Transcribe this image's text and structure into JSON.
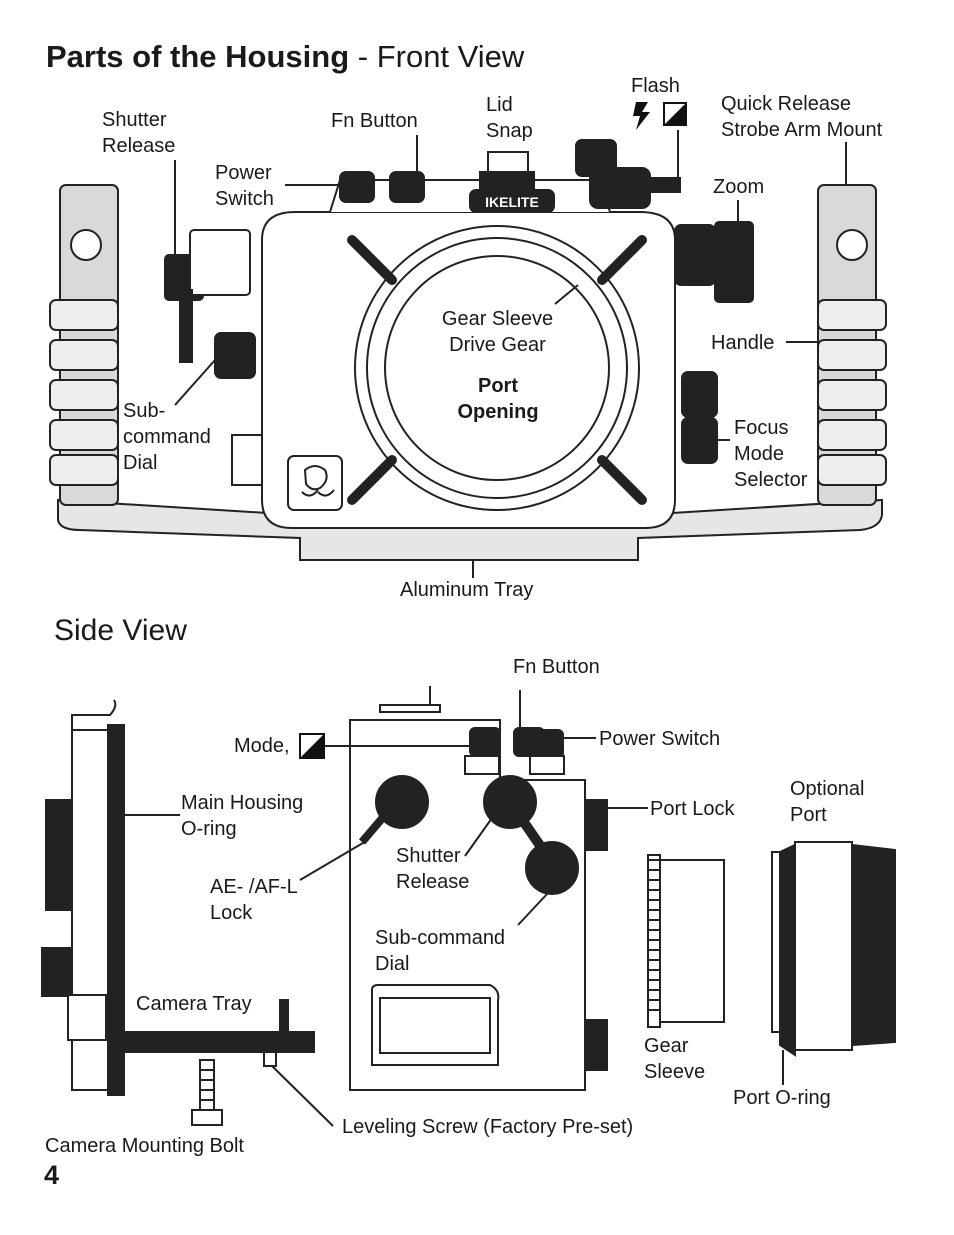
{
  "page": {
    "title_bold": "Parts of the Housing",
    "title_rest": " - Front View",
    "side_title": "Side View",
    "page_number": "4"
  },
  "front_view": {
    "shutter_release": "Shutter\nRelease",
    "fn_button": "Fn Button",
    "lid_snap": "Lid\nSnap",
    "flash": "Flash",
    "quick_release": "Quick Release\nStrobe Arm Mount",
    "power_switch": "Power\nSwitch",
    "zoom": "Zoom",
    "gear_sleeve_drive_gear": "Gear Sleeve\nDrive Gear",
    "port_opening": "Port\nOpening",
    "handle": "Handle",
    "sub_command_dial": "Sub-\ncommand\nDial",
    "focus_mode_selector": "Focus\nMode\nSelector",
    "aluminum_tray": "Aluminum Tray",
    "brand": "IKELITE"
  },
  "side_view": {
    "fn_button": "Fn Button",
    "mode": "Mode,",
    "power_switch": "Power Switch",
    "main_housing_oring": "Main Housing\nO-ring",
    "port_lock": "Port Lock",
    "optional_port": "Optional\nPort",
    "shutter_release": "Shutter\nRelease",
    "ae_af_lock": "AE- /AF-L\nLock",
    "sub_command_dial": "Sub-command\nDial",
    "camera_tray": "Camera Tray",
    "gear_sleeve": "Gear\nSleeve",
    "port_oring": "Port O-ring",
    "leveling_screw": "Leveling Screw (Factory Pre-set)",
    "camera_mounting_bolt": "Camera Mounting Bolt"
  }
}
